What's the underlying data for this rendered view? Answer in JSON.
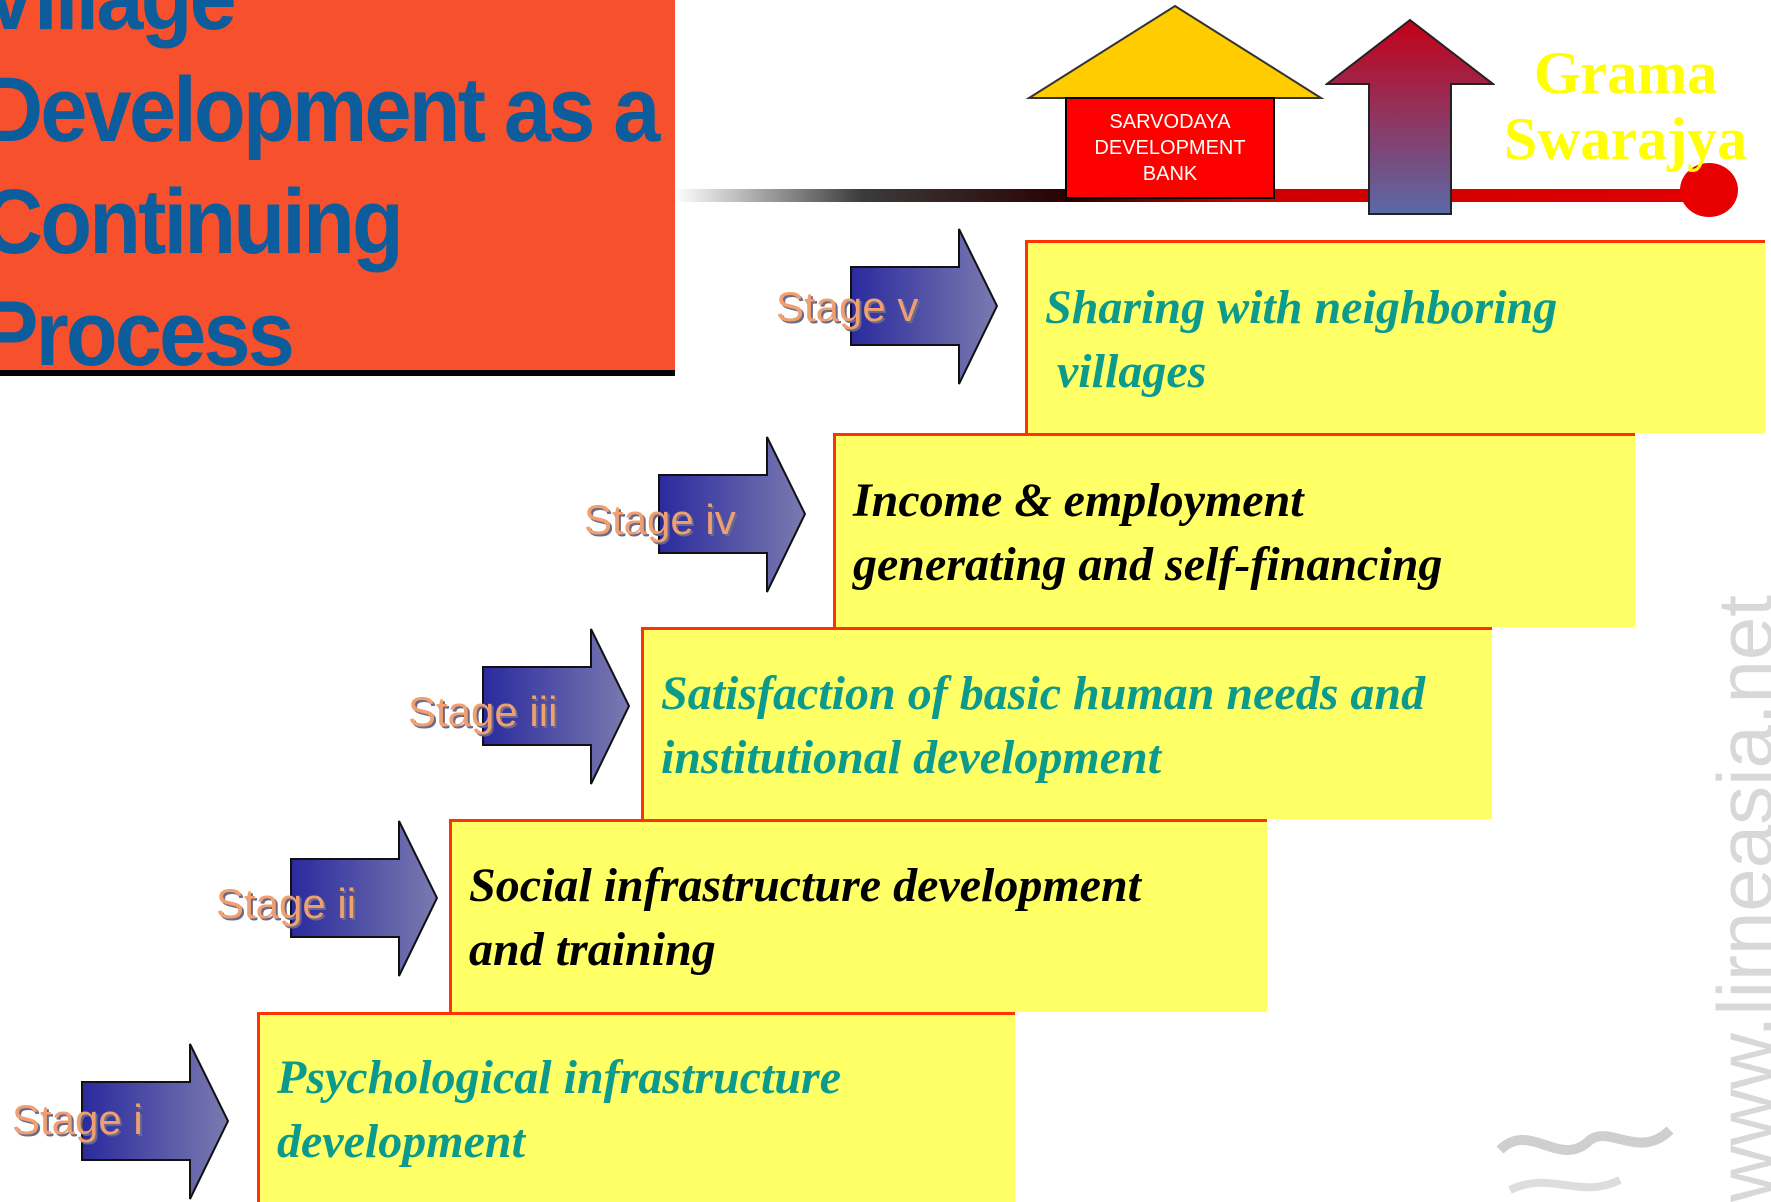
{
  "title": {
    "lines": [
      "Village",
      "Development as a",
      "Continuing",
      "Process"
    ]
  },
  "bank": {
    "lines": [
      "SARVODAYA",
      "DEVELOPMENT",
      "BANK"
    ]
  },
  "goal": {
    "lines": [
      "Grama",
      "Swarajya"
    ]
  },
  "stages": [
    {
      "label": "Stage i",
      "lines": [
        "Psychological infrastructure",
        "development"
      ]
    },
    {
      "label": "Stage ii",
      "lines": [
        "Social infrastructure development",
        "and training"
      ]
    },
    {
      "label": "Stage iii",
      "lines": [
        "Satisfaction of basic human needs and",
        "institutional development"
      ]
    },
    {
      "label": "Stage iv",
      "lines": [
        "Income & employment",
        "generating and self-financing"
      ]
    },
    {
      "label": "Stage v",
      "lines": [
        "Sharing with neighboring",
        " villages"
      ]
    }
  ],
  "watermark": "www.lirneasia.net",
  "colors": {
    "title_bg": "#f6502c",
    "title_text": "#0d5d9c",
    "step_bg": "#ffff66",
    "step_border": "#ff3300",
    "teal_text": "#0b9a8c",
    "goal_text": "#ffff00",
    "bank_bg": "#ff0000",
    "roof": "#ffcc00"
  }
}
